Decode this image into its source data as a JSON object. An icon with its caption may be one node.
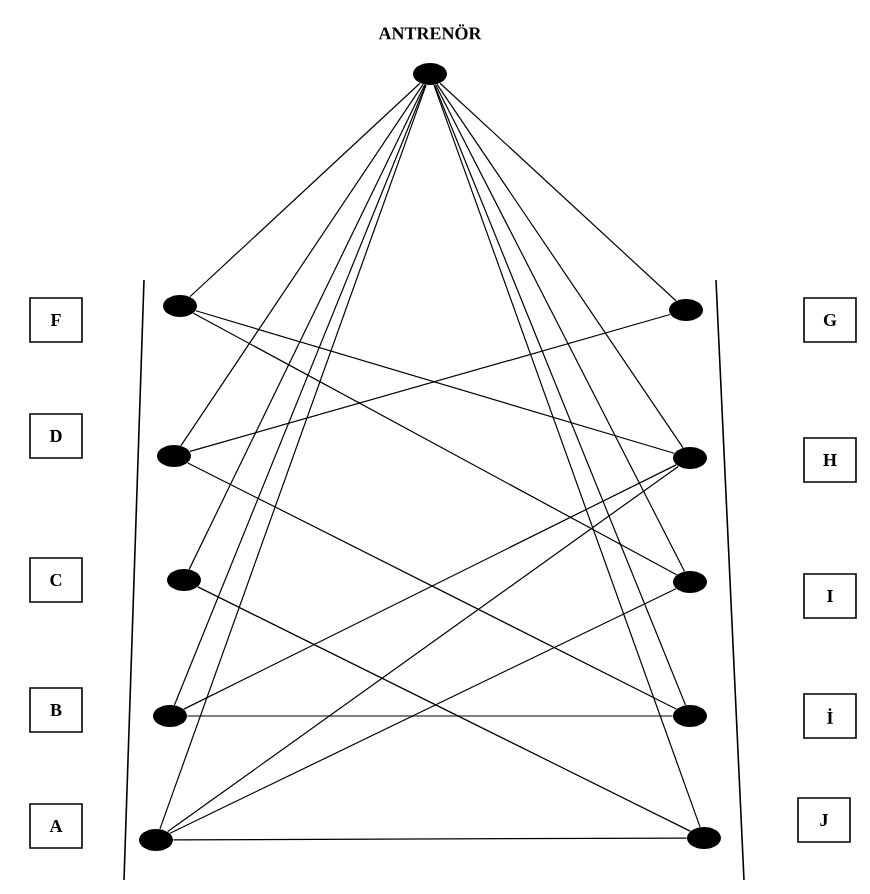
{
  "diagram": {
    "nodes": [
      {
        "text": [],
        "shape": "circle",
        "beside": [
          "ANTRENÖR"
        ]
      },
      {
        "text": [
          "F"
        ]
      },
      {
        "text": [],
        "shape": "circle"
      },
      {
        "text": [],
        "shape": "circle"
      },
      {
        "text": [
          "G"
        ]
      },
      {
        "text": [
          "D"
        ]
      },
      {
        "text": [],
        "shape": "circle"
      },
      {
        "text": [],
        "shape": "circle"
      },
      {
        "text": [
          "H"
        ]
      },
      {
        "text": [
          "C"
        ]
      },
      {
        "text": [],
        "shape": "circle"
      },
      {
        "text": [],
        "shape": "circle"
      },
      {
        "text": [
          "I"
        ]
      },
      {
        "text": [
          "B"
        ]
      },
      {
        "text": [],
        "shape": "circle"
      },
      {
        "text": [],
        "shape": "circle"
      },
      {
        "text": [
          "İ"
        ]
      },
      {
        "text": [
          "A"
        ]
      },
      {
        "text": [],
        "shape": "circle"
      },
      {
        "text": [],
        "shape": "circle"
      },
      {
        "text": [
          "J"
        ]
      }
    ],
    "edges": [
      {
        "from": 0,
        "to": 2,
        "arrow": "none"
      },
      {
        "from": 0,
        "to": 6,
        "arrow": "none"
      },
      {
        "from": 0,
        "to": 10,
        "arrow": "none"
      },
      {
        "from": 0,
        "to": 14,
        "arrow": "none"
      },
      {
        "from": 0,
        "to": 18,
        "arrow": "none"
      },
      {
        "from": 0,
        "to": 3,
        "arrow": "none"
      },
      {
        "from": 0,
        "to": 7,
        "arrow": "none"
      },
      {
        "from": 0,
        "to": 11,
        "arrow": "none"
      },
      {
        "from": 0,
        "to": 15,
        "arrow": "none"
      },
      {
        "from": 0,
        "to": 19,
        "arrow": "none"
      },
      {
        "from": 2,
        "to": 7,
        "arrow": "none"
      },
      {
        "from": 2,
        "to": 11,
        "arrow": "none"
      },
      {
        "from": 6,
        "to": 3,
        "arrow": "none"
      },
      {
        "from": 6,
        "to": 15,
        "arrow": "none"
      },
      {
        "from": 10,
        "to": 19,
        "arrow": "none"
      },
      {
        "from": 14,
        "to": 7,
        "arrow": "none"
      },
      {
        "from": 14,
        "to": 15,
        "arrow": "none"
      },
      {
        "from": 18,
        "to": 7,
        "arrow": "none"
      },
      {
        "from": 18,
        "to": 11,
        "arrow": "none"
      },
      {
        "from": 18,
        "to": 19,
        "arrow": "none"
      }
    ]
  }
}
